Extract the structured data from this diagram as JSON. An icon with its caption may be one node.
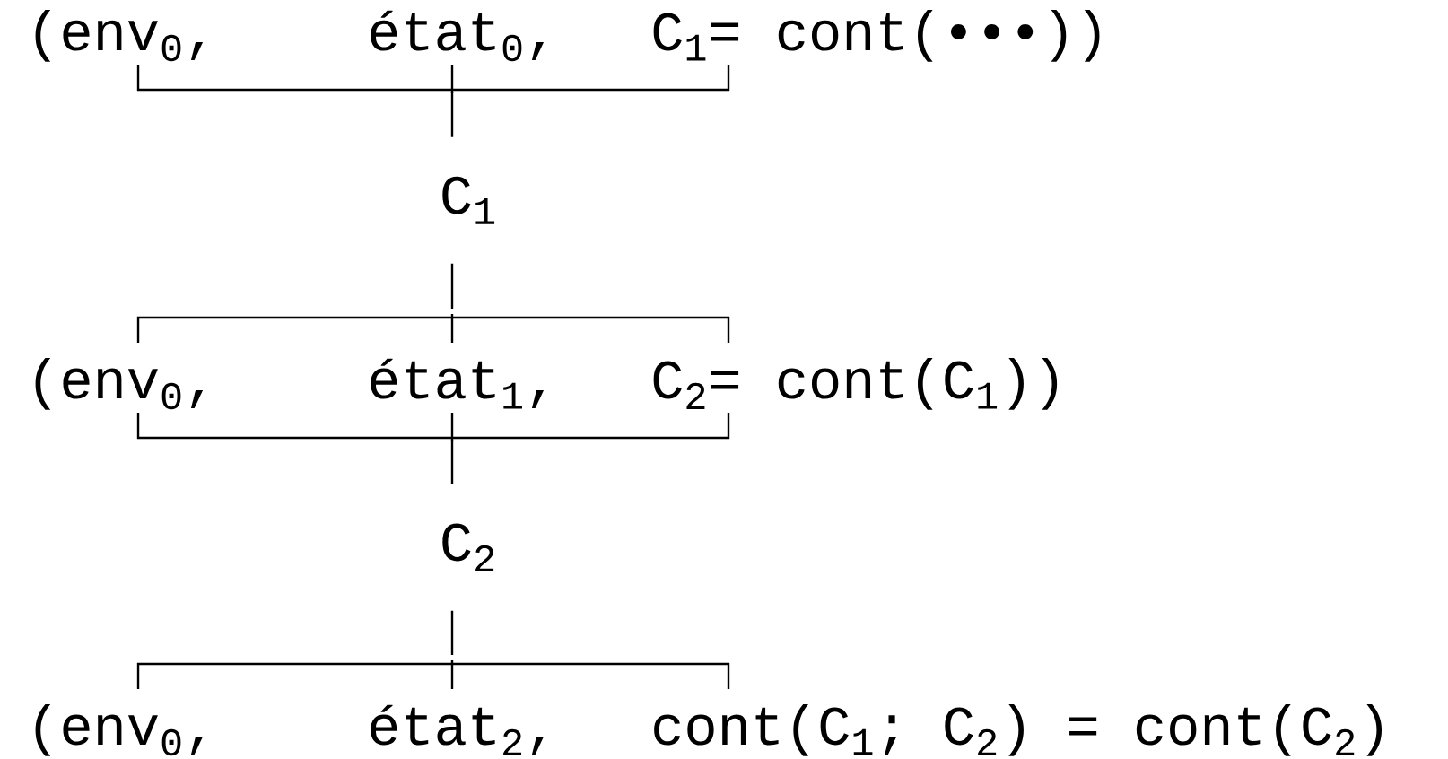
{
  "diagram": {
    "nodes": [
      {
        "text": [
          "(env$_{0}$,",
          "état$_{0}$,",
          "C$_{1}$= cont(•••))"
        ]
      },
      {
        "text": [
          "(env$_{0}$,",
          "état$_{1}$,",
          "C$_{2}$= cont(C$_{1}$))"
        ]
      },
      {
        "text": [
          "(env$_{0}$,",
          "état$_{2}$,",
          "cont(C$_{1}$; C$_{2}$) = cont(C$_{2}$)"
        ]
      }
    ],
    "edges": [
      {
        "from": 0,
        "to": 1,
        "arrow": "none",
        "label": "C$_{1}$"
      },
      {
        "from": 1,
        "to": 2,
        "arrow": "none",
        "label": "C$_{2}$"
      }
    ]
  }
}
